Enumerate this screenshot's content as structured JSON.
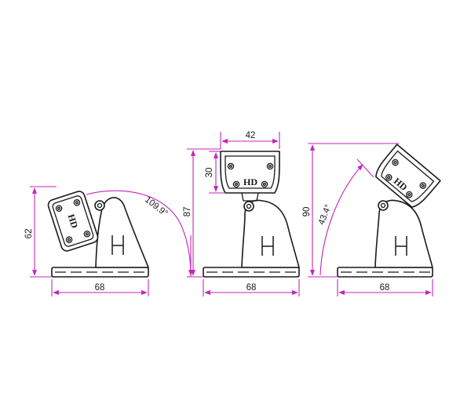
{
  "views": [
    {
      "id": "tilted-left",
      "angle_label": "109.9°",
      "height_label": "62",
      "width_label": "68",
      "brand_text": "HD",
      "base_letter": "H"
    },
    {
      "id": "upright",
      "top_width_label": "42",
      "head_height_label": "30",
      "height_label": "87",
      "width_label": "68",
      "brand_text": "HD",
      "base_letter": "H"
    },
    {
      "id": "tilted-right",
      "angle_label": "43.4°",
      "height_label": "90",
      "width_label": "68",
      "brand_text": "HD",
      "base_letter": "H"
    }
  ],
  "colors": {
    "dimension": "#c526b9",
    "line": "#1a1a1a"
  }
}
